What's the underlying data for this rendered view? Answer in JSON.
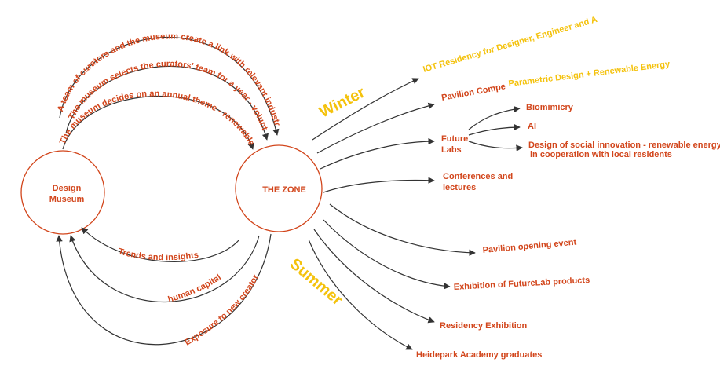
{
  "nodes": {
    "museum_line1": "Design",
    "museum_line2": "Museum",
    "zone": "THE ZONE"
  },
  "top_arcs": {
    "arc1": "A team of curators and the museum create a link with relevant industry entities",
    "arc2": "The museum selects the curators' team for a year - volunteers",
    "arc3": "The museum decides on an annual theme - renewable"
  },
  "bottom_arcs": {
    "arc1": "Trends and insights",
    "arc2": "human capital",
    "arc3": "Exposure to new creators"
  },
  "seasons": {
    "winter": "Winter",
    "summer": "Summer"
  },
  "outputs": {
    "iot_residency": "IOT Residency for Designer, Engineer and Artist",
    "pavilion_competition": "Pavilion Competition",
    "pavilion_competition_theme": "Parametric Design + Renewable Energy",
    "future_labs_line1": "Future",
    "future_labs_line2": "Labs",
    "conferences_line1": "Conferences and",
    "conferences_line2": "lectures",
    "pavilion_opening": "Pavilion opening event",
    "exhibition_futurelab": "Exhibition of FutureLab products",
    "residency_exhibition": "Residency Exhibition",
    "heidepark": "Heidepark Academy graduates"
  },
  "future_labs_items": {
    "biomimicry": "Biomimicry",
    "ai": "AI",
    "social_line1": "Design of social innovation - renewable energy solutions",
    "social_line2": "in cooperation with local residents"
  },
  "colors": {
    "accent": "#d2461c",
    "season": "#f4c20d",
    "arrow": "#333333"
  }
}
